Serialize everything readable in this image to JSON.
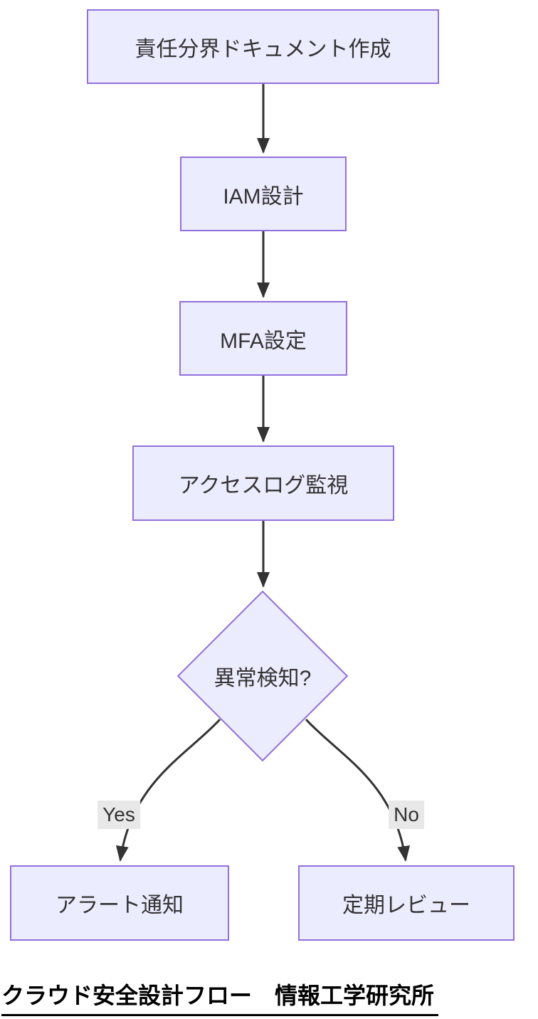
{
  "diagram": {
    "type": "flowchart",
    "direction": "top-down",
    "nodes": [
      {
        "id": "A",
        "label": "責任分界ドキュメント作成",
        "shape": "rect"
      },
      {
        "id": "B",
        "label": "IAM設計",
        "shape": "rect"
      },
      {
        "id": "C",
        "label": "MFA設定",
        "shape": "rect"
      },
      {
        "id": "D",
        "label": "アクセスログ監視",
        "shape": "rect"
      },
      {
        "id": "E",
        "label": "異常検知?",
        "shape": "diamond"
      },
      {
        "id": "F",
        "label": "アラート通知",
        "shape": "rect"
      },
      {
        "id": "G",
        "label": "定期レビュー",
        "shape": "rect"
      }
    ],
    "edges": [
      {
        "from": "A",
        "to": "B",
        "label": ""
      },
      {
        "from": "B",
        "to": "C",
        "label": ""
      },
      {
        "from": "C",
        "to": "D",
        "label": ""
      },
      {
        "from": "D",
        "to": "E",
        "label": ""
      },
      {
        "from": "E",
        "to": "F",
        "label": "Yes"
      },
      {
        "from": "E",
        "to": "G",
        "label": "No"
      }
    ],
    "caption": "クラウド安全設計フロー　情報工学研究所",
    "colors": {
      "node_fill": "#ECECFF",
      "node_border": "#9370DB",
      "edge_stroke": "#333333",
      "edge_label_bg": "#E8E8E8",
      "node_text": "#333333",
      "caption_text": "#000000"
    }
  }
}
